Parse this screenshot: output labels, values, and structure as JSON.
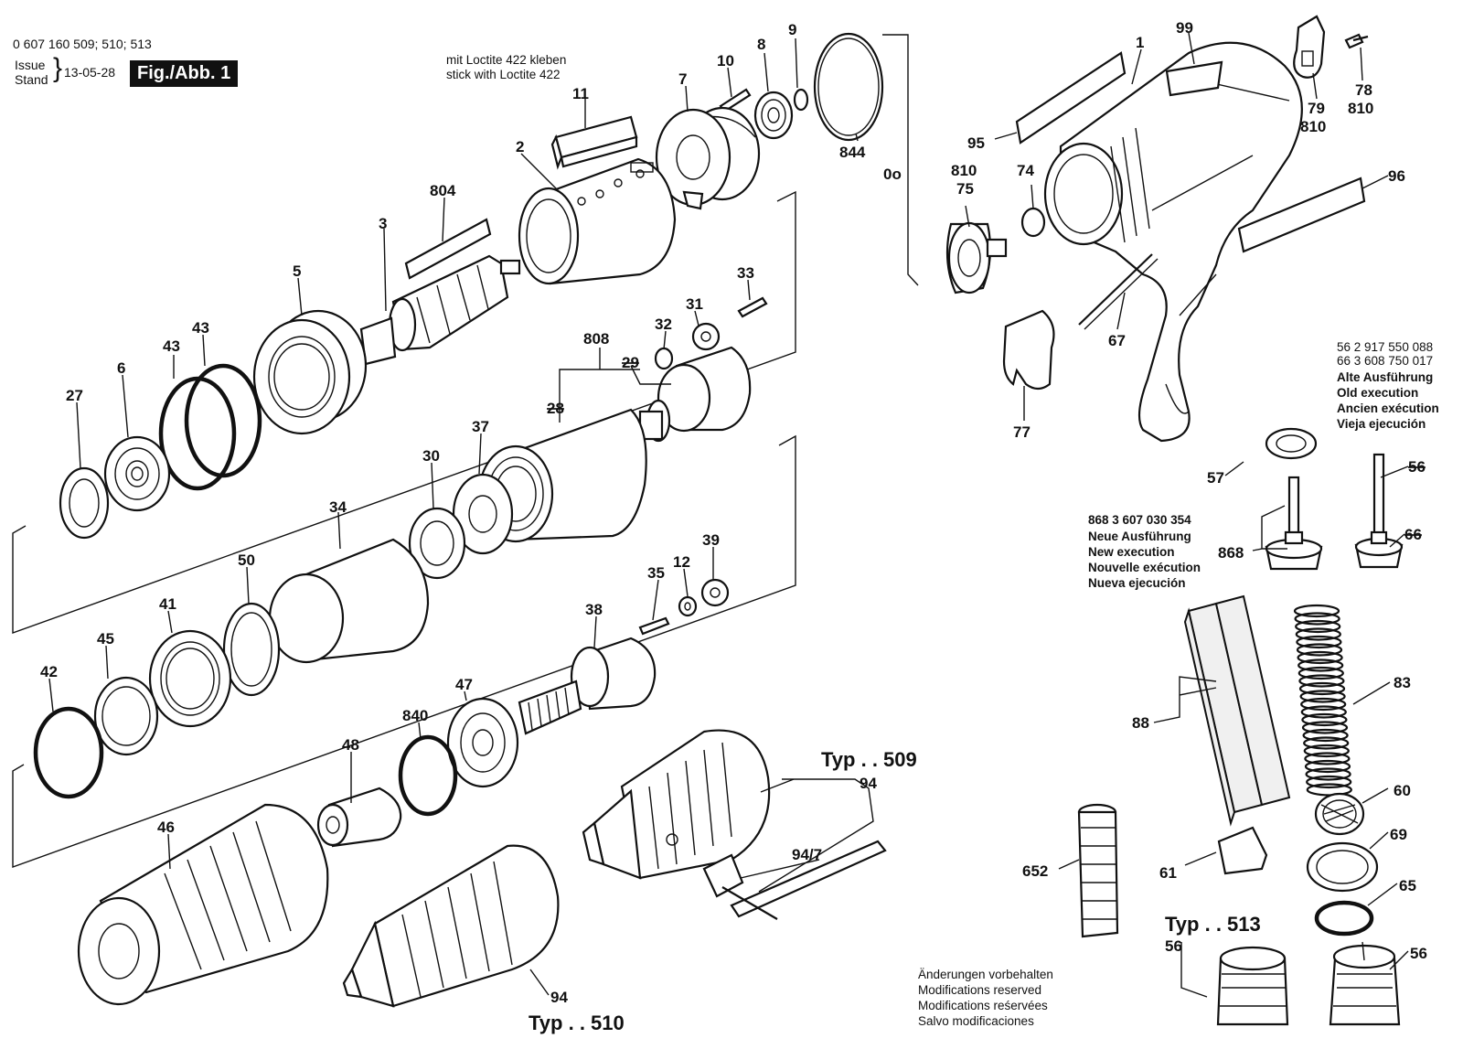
{
  "header": {
    "part_numbers": "0 607 160 509; 510; 513",
    "issue_label_en": "Issue",
    "issue_label_de": "Stand",
    "date": "13-05-28",
    "figure": "Fig./Abb. 1"
  },
  "notes": {
    "loctite_de": "mit Loctite 422 kleben",
    "loctite_en": "stick with Loctite 422",
    "old_parts_56": "56  2 917 550 088",
    "old_parts_66": "66  3 608 750 017",
    "old_execution": [
      "Alte Ausführung",
      "Old execution",
      "Ancien exécution",
      "Vieja ejecución"
    ],
    "new_part_868": "868  3 607 030 354",
    "new_execution": [
      "Neue Ausführung",
      "New execution",
      "Nouvelle exécution",
      "Nueva ejecución"
    ],
    "modifications": [
      "Änderungen vorbehalten",
      "Modifications reserved",
      "Modifications reśervées",
      "Salvo modificaciones"
    ]
  },
  "type_labels": {
    "typ_509": "Typ . . 509",
    "typ_510": "Typ . . 510",
    "typ_513": "Typ . . 513"
  },
  "callouts": {
    "c1": "1",
    "c99": "99",
    "c95": "95",
    "c96": "96",
    "c79": "79",
    "c810a": "810",
    "c78": "78",
    "c810b": "810",
    "c810c": "810",
    "c75": "75",
    "c74": "74",
    "c67": "67",
    "c77": "77",
    "c844": "844",
    "c9": "9",
    "c8": "8",
    "c10": "10",
    "c7": "7",
    "c11": "11",
    "c2": "2",
    "c804": "804",
    "c3": "3",
    "c5": "5",
    "c33": "33",
    "c31": "31",
    "c32": "32",
    "c808": "808",
    "c29": "29",
    "c28": "28",
    "c43a": "43",
    "c43b": "43",
    "c6": "6",
    "c27": "27",
    "c37": "37",
    "c30": "30",
    "c34": "34",
    "c50": "50",
    "c41": "41",
    "c45": "45",
    "c42": "42",
    "c39": "39",
    "c12": "12",
    "c35": "35",
    "c38": "38",
    "c47": "47",
    "c840": "840",
    "c48": "48",
    "c46": "46",
    "c94a": "94",
    "c94_7": "94/7",
    "c94b": "94",
    "c57": "57",
    "c56a": "56",
    "c868": "868",
    "c66": "66",
    "c88": "88",
    "c83": "83",
    "c60": "60",
    "c69": "69",
    "c65": "65",
    "c652": "652",
    "c61": "61",
    "c56b": "56",
    "c56c": "56",
    "c00": "0o"
  }
}
